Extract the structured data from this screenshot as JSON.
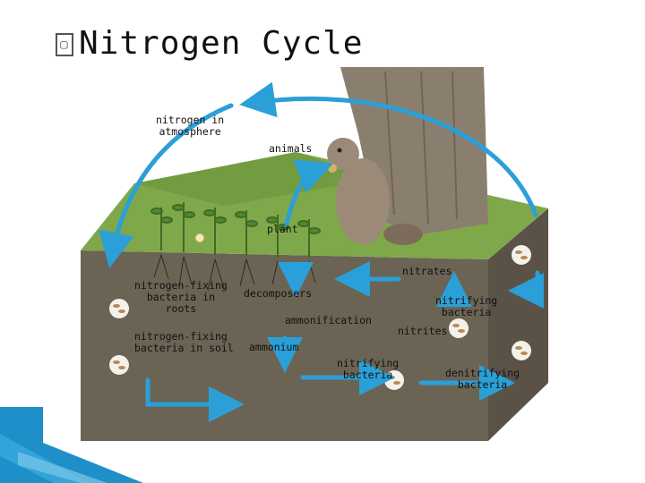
{
  "title": "Nitrogen Cycle",
  "title_bullet": "▢",
  "labels": {
    "atmosphere": "nitrogen in\natmosphere",
    "animals": "animals",
    "plant": "plant",
    "nitrates": "nitrates",
    "nfix_roots": "nitrogen-fixing\nbacteria in\nroots",
    "decomposers": "decomposers",
    "nitrifying_right": "nitrifying\nbacteria",
    "ammonification": "ammonification",
    "nitrites": "nitrites",
    "nfix_soil": "nitrogen-fixing\nbacteria in soil",
    "ammonium": "ammonium",
    "nitrifying_center": "nitrifying\nbacteria",
    "denitrifying": "denitrifying\nbacteria"
  },
  "colors": {
    "arrow": "#2b9fd8",
    "soil_front": "#6b6354",
    "soil_side": "#5a5247",
    "grass": "#7fa84a",
    "tree": "#8a7f6e",
    "corner_blue": "#1f8fc9"
  }
}
